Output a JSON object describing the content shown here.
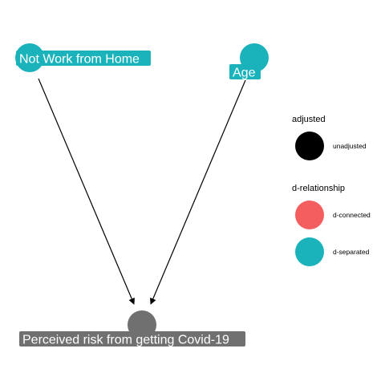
{
  "diagram": {
    "type": "dag",
    "colors": {
      "d_separated": "#1ab3bb",
      "d_connected": "#f45e5e",
      "unadjusted": "#000000",
      "outcome": "#707070",
      "edge": "#000000",
      "label_text": "#ffffff"
    },
    "nodes": [
      {
        "id": "wfh",
        "label": "Not Work from Home",
        "status": "d-separated"
      },
      {
        "id": "age",
        "label": "Age",
        "status": "d-separated"
      },
      {
        "id": "risk",
        "label": "Perceived risk from getting Covid-19",
        "status": "outcome"
      }
    ],
    "edges": [
      {
        "from": "wfh",
        "to": "risk"
      },
      {
        "from": "age",
        "to": "risk"
      }
    ]
  },
  "legend": {
    "adjusted": {
      "title": "adjusted",
      "items": [
        {
          "label": "unadjusted",
          "color": "#000000"
        }
      ]
    },
    "d_relationship": {
      "title": "d-relationship",
      "items": [
        {
          "label": "d-connected",
          "color": "#f45e5e"
        },
        {
          "label": "d-separated",
          "color": "#1ab3bb"
        }
      ]
    }
  }
}
